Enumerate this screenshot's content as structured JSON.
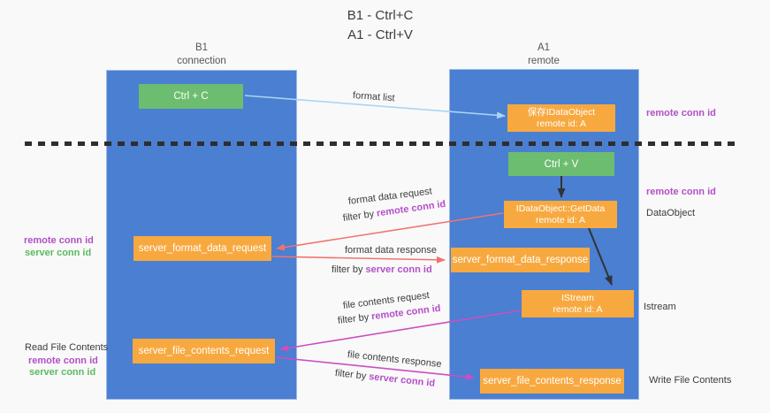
{
  "title": {
    "line1": "B1 - Ctrl+C",
    "line2": "A1 - Ctrl+V"
  },
  "columns": {
    "left": {
      "name": "B1",
      "role": "connection"
    },
    "right": {
      "name": "A1",
      "role": "remote"
    }
  },
  "nodes": {
    "ctrl_c": {
      "label": "Ctrl + C"
    },
    "ctrl_v": {
      "label": "Ctrl + V"
    },
    "save_dataobject": {
      "line1": "保存IDataObject",
      "line2": "remote id: A"
    },
    "getdata": {
      "line1": "IDataObject::GetData",
      "line2": "remote id: A"
    },
    "istream": {
      "line1": "IStream",
      "line2": "remote id: A"
    },
    "format_request": {
      "label": "server_format_data_request"
    },
    "format_response": {
      "label": "server_format_data_response"
    },
    "file_request": {
      "label": "server_file_contents_request"
    },
    "file_response": {
      "label": "server_file_contents_response"
    }
  },
  "flows": {
    "format_list": {
      "label": "format list"
    },
    "format_data_request": {
      "label": "format data request",
      "filter_prefix": "filter by",
      "filter_key": "remote conn id"
    },
    "format_data_response": {
      "label": "format data response",
      "filter_prefix": "filter by",
      "filter_key": "server conn id"
    },
    "file_contents_request": {
      "label": "file contents request",
      "filter_prefix": "filter by",
      "filter_key": "remote conn id"
    },
    "file_contents_response": {
      "label": "file contents response",
      "filter_prefix": "filter by",
      "filter_key": "server conn id"
    }
  },
  "annotations": {
    "remote_conn_id_right_top": "remote conn id",
    "remote_conn_id_right_mid": "remote conn id",
    "dataobject": "DataObject",
    "istream": "Istream",
    "write_file_contents": "Write File Contents",
    "remote_conn_id_left_1": "remote conn id",
    "server_conn_id_left_1": "server conn id",
    "read_file_contents": "Read File Contents",
    "remote_conn_id_left_2": "remote conn id",
    "server_conn_id_left_2": "server conn id"
  },
  "colors": {
    "background": "#f9f9f9",
    "column_blue": "#4a7fd2",
    "box_green": "#6dbd70",
    "box_orange": "#f7a940",
    "label_purple": "#b44fc8",
    "label_green": "#5cb961",
    "arrow_salmon": "#ee7470",
    "arrow_magenta": "#cc4ec0",
    "arrow_blue": "#a9d5f3",
    "arrow_black": "#333333",
    "text_dark": "#3d3d3d"
  }
}
